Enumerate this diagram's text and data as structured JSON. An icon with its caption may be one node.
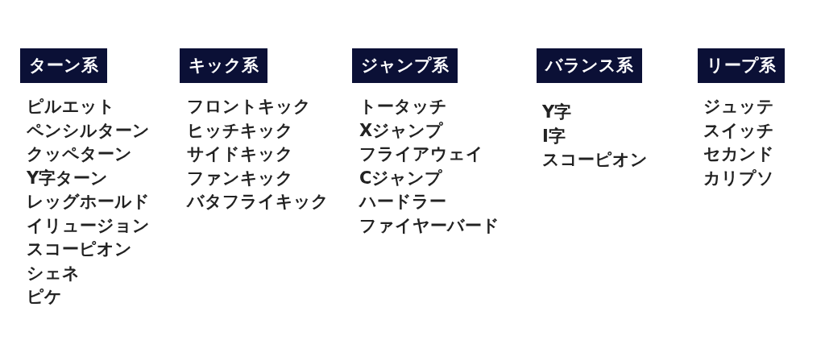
{
  "diagram": {
    "nodes": [
      {
        "text": [
          "ターン系"
        ],
        "beside": [
          "ピルエット",
          "ペンシルターン",
          "クッペターン",
          "Y字ターン",
          "レッグホールド",
          "イリュージョン",
          "スコーピオン",
          "シェネ",
          "ピケ"
        ]
      },
      {
        "text": [
          "キック系"
        ],
        "beside": [
          "フロントキック",
          "ヒッチキック",
          "サイドキック",
          "ファンキック",
          "バタフライキック"
        ]
      },
      {
        "text": [
          "ジャンプ系"
        ],
        "beside": [
          "トータッチ",
          "Xジャンプ",
          "フライアウェイ",
          "Cジャンプ",
          "ハードラー",
          "ファイヤーバード"
        ]
      },
      {
        "text": [
          "バランス系"
        ],
        "beside": [
          "Y字",
          "I字",
          "スコーピオン"
        ]
      },
      {
        "text": [
          "リープ系"
        ],
        "beside": [
          "ジュッテ",
          "スイッチ",
          "セカンド",
          "カリプソ"
        ]
      }
    ]
  }
}
